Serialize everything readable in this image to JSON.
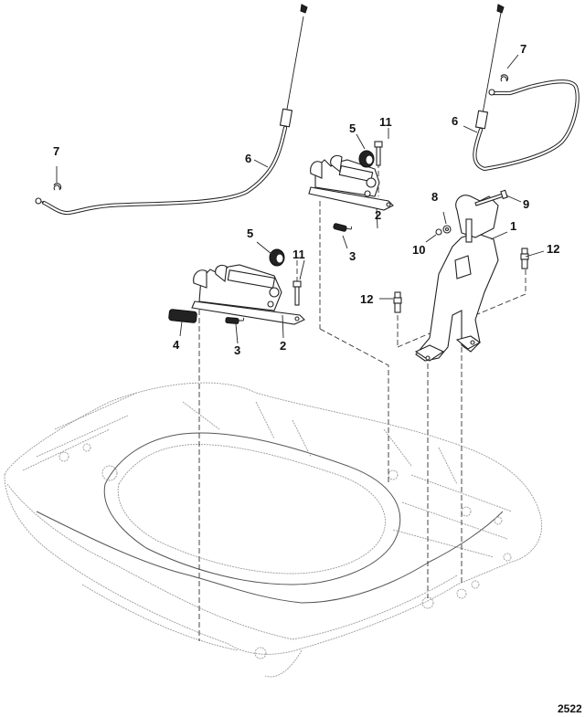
{
  "diagram": {
    "title": "Bottom Cowl Latch and Shift Cable Assembly",
    "figure_id": "2522",
    "callouts": [
      {
        "id": "c1",
        "label": "1",
        "part": "latch-bracket"
      },
      {
        "id": "c2a",
        "label": "2",
        "part": "latch-left"
      },
      {
        "id": "c2b",
        "label": "2",
        "part": "latch-right"
      },
      {
        "id": "c3a",
        "label": "3",
        "part": "spring-left"
      },
      {
        "id": "c3b",
        "label": "3",
        "part": "spring-right"
      },
      {
        "id": "c4",
        "label": "4",
        "part": "bumper-sleeve"
      },
      {
        "id": "c5a",
        "label": "5",
        "part": "grommet-left"
      },
      {
        "id": "c5b",
        "label": "5",
        "part": "grommet-right"
      },
      {
        "id": "c6a",
        "label": "6",
        "part": "cable-left"
      },
      {
        "id": "c6b",
        "label": "6",
        "part": "cable-right"
      },
      {
        "id": "c7a",
        "label": "7",
        "part": "clip-left"
      },
      {
        "id": "c7b",
        "label": "7",
        "part": "clip-right"
      },
      {
        "id": "c8",
        "label": "8",
        "part": "washer"
      },
      {
        "id": "c9",
        "label": "9",
        "part": "pivot-bolt"
      },
      {
        "id": "c10",
        "label": "10",
        "part": "nut"
      },
      {
        "id": "c11a",
        "label": "11",
        "part": "screw-left"
      },
      {
        "id": "c11b",
        "label": "11",
        "part": "screw-right"
      },
      {
        "id": "c12a",
        "label": "12",
        "part": "stud-left"
      },
      {
        "id": "c12b",
        "label": "12",
        "part": "stud-right"
      }
    ]
  }
}
